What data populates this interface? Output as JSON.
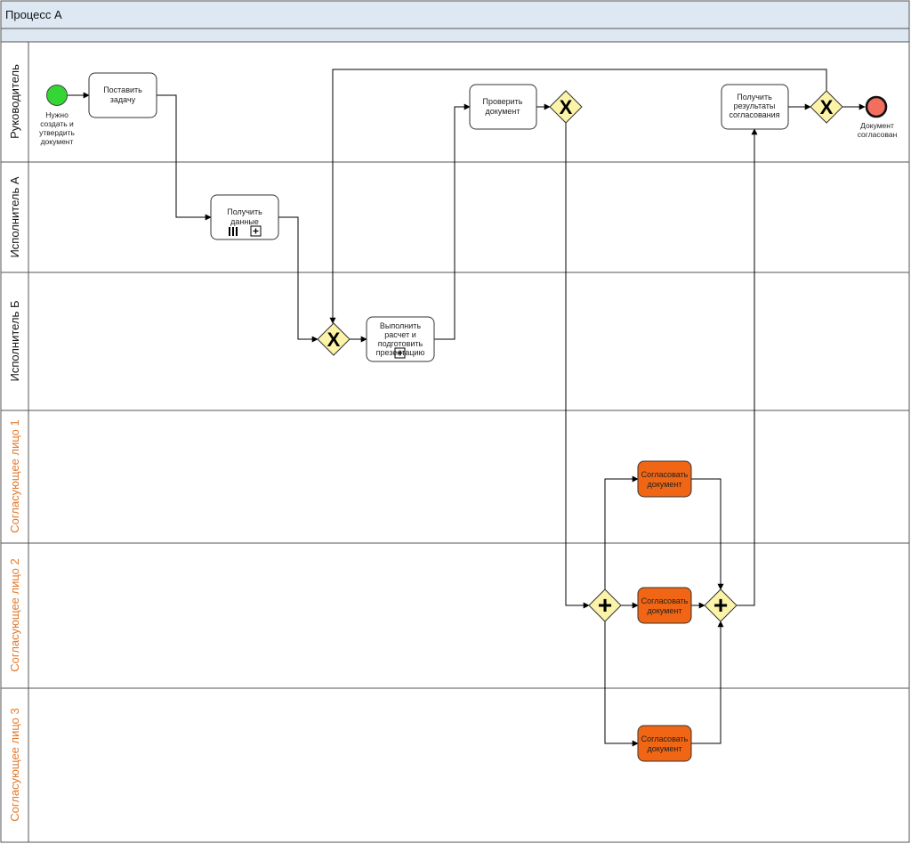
{
  "pool": {
    "title": "Процесс А"
  },
  "colors": {
    "header_bg": "#dde8f3",
    "lane_label_orange": "#e2782a",
    "task_orange": "#f06614",
    "gateway_fill": "#fbf3a7",
    "start_fill": "#33d633",
    "end_fill": "#f26f5f"
  },
  "lanes": [
    {
      "label": "Руководитель"
    },
    {
      "label": "Исполнитель А"
    },
    {
      "label": "Исполнитель Б"
    },
    {
      "label": "Согласующее лицо 1"
    },
    {
      "label": "Согласующее лицо 2"
    },
    {
      "label": "Согласующее лицо 3"
    }
  ],
  "events": {
    "start": {
      "lines": [
        "Нужно",
        "создать и",
        "утвердить",
        "документ"
      ]
    },
    "end": {
      "lines": [
        "Документ",
        "согласован"
      ]
    }
  },
  "tasks": {
    "set_task": {
      "lines": [
        "Поставить",
        "задачу"
      ]
    },
    "get_data": {
      "lines": [
        "Получить",
        "данные"
      ]
    },
    "calc": {
      "lines": [
        "Выполнить",
        "расчет и",
        "подготовить",
        "презентацию"
      ]
    },
    "check": {
      "lines": [
        "Проверить",
        "документ"
      ]
    },
    "results": {
      "lines": [
        "Получить",
        "результаты",
        "согласования"
      ]
    },
    "approve1": {
      "lines": [
        "Согласовать",
        "документ"
      ]
    },
    "approve2": {
      "lines": [
        "Согласовать",
        "документ"
      ]
    },
    "approve3": {
      "lines": [
        "Согласовать",
        "документ"
      ]
    }
  },
  "gateways": {
    "xor_b": {
      "icon": "X"
    },
    "xor_check": {
      "icon": "X"
    },
    "xor_final": {
      "icon": "X"
    },
    "and_split": {
      "icon": "+"
    },
    "and_join": {
      "icon": "+"
    }
  }
}
